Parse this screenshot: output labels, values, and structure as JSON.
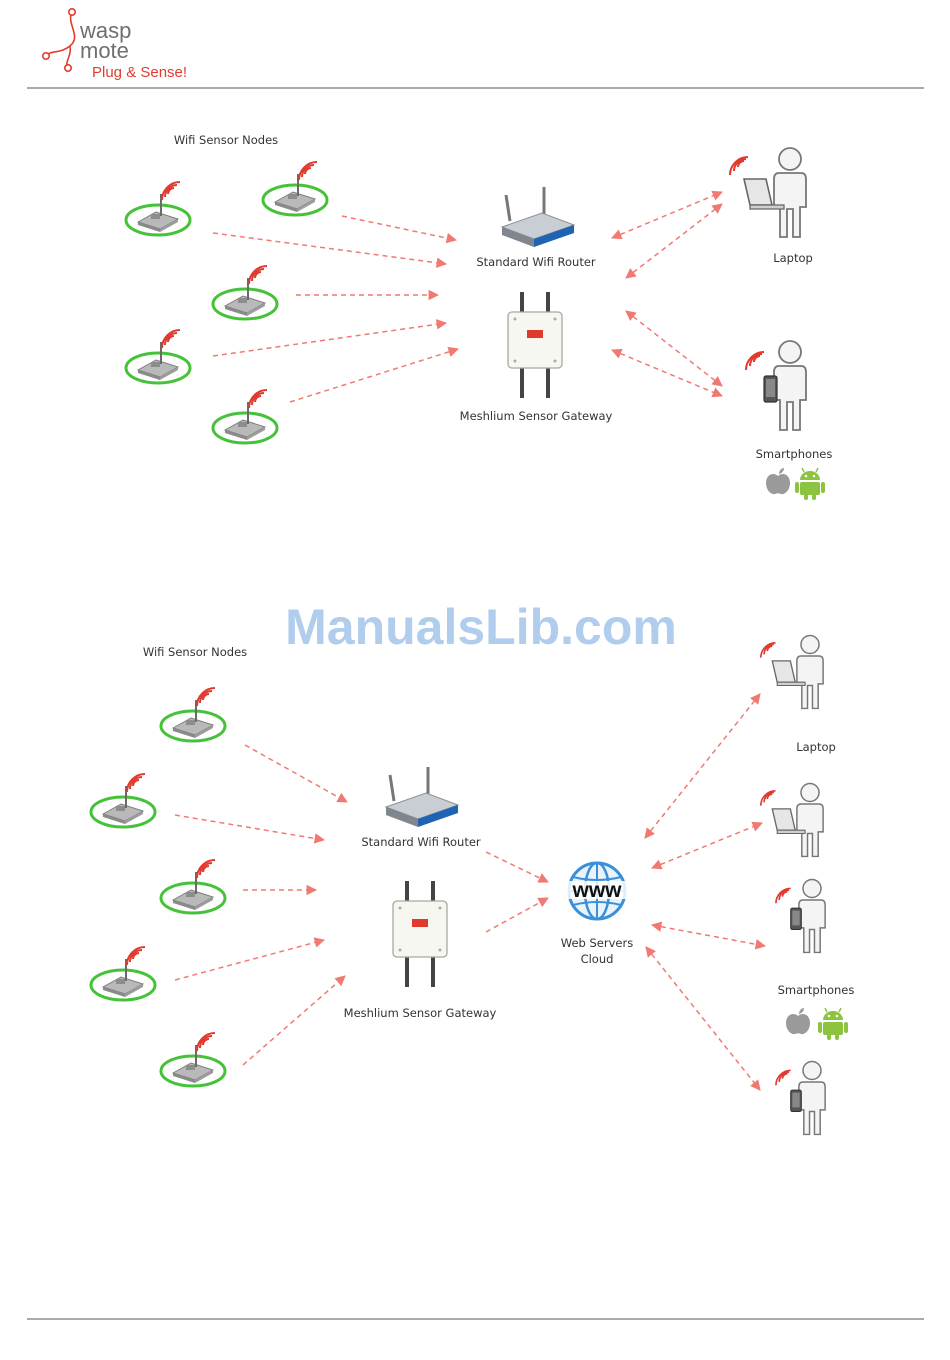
{
  "logo": {
    "line1": "wasp",
    "line2": "mote",
    "tagline": "Plug & Sense!"
  },
  "watermark": "ManualsLib.com",
  "diagram1": {
    "sensor_nodes_label": "Wifi Sensor Nodes",
    "router_label": "Standard Wifi Router",
    "gateway_label": "Meshlium Sensor Gateway",
    "laptop_label": "Laptop",
    "smartphones_label": "Smartphones"
  },
  "diagram2": {
    "sensor_nodes_label": "Wifi Sensor Nodes",
    "router_label": "Standard Wifi Router",
    "gateway_label": "Meshlium Sensor Gateway",
    "cloud_label_line1": "Web Servers",
    "cloud_label_line2": "Cloud",
    "www_text": "www",
    "laptop_label": "Laptop",
    "smartphones_label": "Smartphones"
  },
  "colors": {
    "arrow": "#f07a72",
    "signal": "#e03a2f",
    "node_ring": "#45c239",
    "router_blue": "#1f63b3",
    "logo_red": "#e33b2e",
    "logo_gray": "#6f6f6f",
    "android": "#8cc33f",
    "apple": "#9a9a9a",
    "watermark": "#a9c8ec",
    "globe": "#3b8fd6"
  },
  "icons": {
    "sensor_node": "sensor-node-icon",
    "wifi_signal": "wifi-signal-icon",
    "router": "router-icon",
    "gateway": "gateway-icon",
    "laptop_user": "laptop-user-icon",
    "phone_user": "phone-user-icon",
    "apple": "apple-icon",
    "android": "android-icon",
    "globe": "www-globe-icon"
  }
}
